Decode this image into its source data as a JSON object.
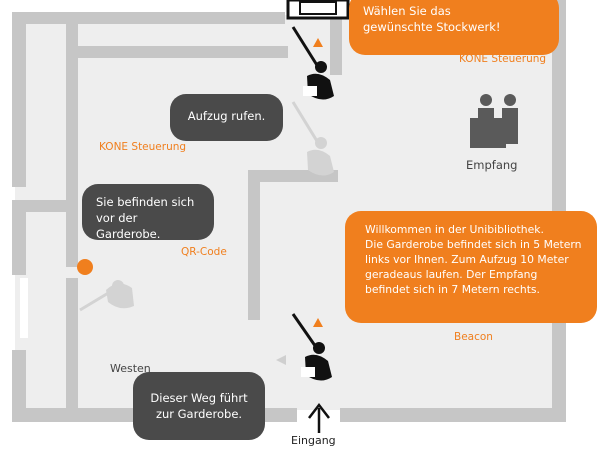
{
  "bubbles": {
    "floor_select": [
      "Wählen Sie das",
      "gewünschte Stockwerk!"
    ],
    "call_elevator": [
      "Aufzug rufen."
    ],
    "garderobe_here": [
      "Sie befinden sich",
      "vor der Garderobe."
    ],
    "welcome": [
      "Willkommen in der Unibibliothek.",
      "Die Garderobe befindet sich in 5 Metern",
      "links vor Ihnen. Zum Aufzug 10 Meter",
      "geradeaus laufen. Der Empfang",
      "befindet sich in 7 Metern rechts."
    ],
    "path_info": [
      "Dieser Weg führt",
      "zur Garderobe."
    ]
  },
  "labels": {
    "kone_top": "KONE Steuerung",
    "kone_mid": "KONE Steuerung",
    "qr_code": "QR-Code",
    "beacon": "Beacon",
    "empfang": "Empfang",
    "westen": "Westen",
    "eingang": "Eingang"
  },
  "colors": {
    "orange": "#f07f1e",
    "bubble_dark": "#4a4a4a",
    "wall": "#c6c6c6",
    "floor": "#eeeeee"
  },
  "icons": [
    "blind-person-icon",
    "reception-desk-icon",
    "elevator-icon",
    "up-arrow-icon",
    "direction-triangle-icon",
    "location-marker-icon"
  ]
}
